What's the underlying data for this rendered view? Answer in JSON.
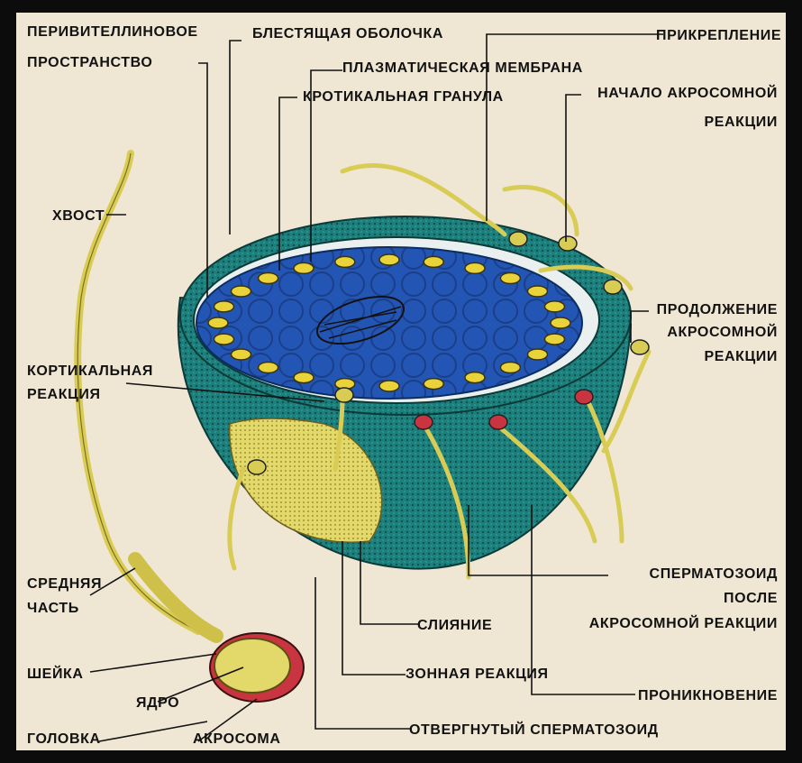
{
  "labels": {
    "perivitelline_1": "ПЕРИВИТЕЛЛИНОВОЕ",
    "perivitelline_2": "ПРОСТРАНСТВО",
    "zona": "БЛЕСТЯЩАЯ ОБОЛОЧКА",
    "plasma": "ПЛАЗМАТИЧЕСКАЯ МЕМБРАНА",
    "cortical_granule": "КРОТИКАЛЬНАЯ ГРАНУЛА",
    "attachment": "ПРИКРЕПЛЕНИЕ",
    "acro_start_1": "НАЧАЛО АКРОСОМНОЙ",
    "acro_start_2": "РЕАКЦИИ",
    "tail": "ХВОСТ",
    "acro_cont_1": "ПРОДОЛЖЕНИЕ",
    "acro_cont_2": "АКРОСОМНОЙ",
    "acro_cont_3": "РЕАКЦИИ",
    "cortical_reaction_1": "КОРТИКАЛЬНАЯ",
    "cortical_reaction_2": "РЕАКЦИЯ",
    "sperm_after_1": "СПЕРМАТОЗОИД",
    "sperm_after_2": "ПОСЛЕ",
    "sperm_after_3": "АКРОСОМНОЙ РЕАКЦИИ",
    "midpiece_1": "СРЕДНЯЯ",
    "midpiece_2": "ЧАСТЬ",
    "fusion": "СЛИЯНИЕ",
    "neck": "ШЕЙКА",
    "zona_reaction": "ЗОННАЯ РЕАКЦИЯ",
    "nucleus": "ЯДРО",
    "penetration": "ПРОНИКНОВЕНИЕ",
    "head": "ГОЛОВКА",
    "acrosome": "АКРОСОМА",
    "rejected": "ОТВЕРГНУТЫЙ СПЕРМАТОЗОИД"
  },
  "colors": {
    "zona_teal": "#1d7f7c",
    "zona_dark": "#14514f",
    "cytoplasm_blue": "#1f4fa8",
    "granule_yellow": "#e8d43a",
    "sperm_yellow": "#d9cc55",
    "acrosome_red": "#c8343f",
    "paper": "#efe7d4"
  }
}
